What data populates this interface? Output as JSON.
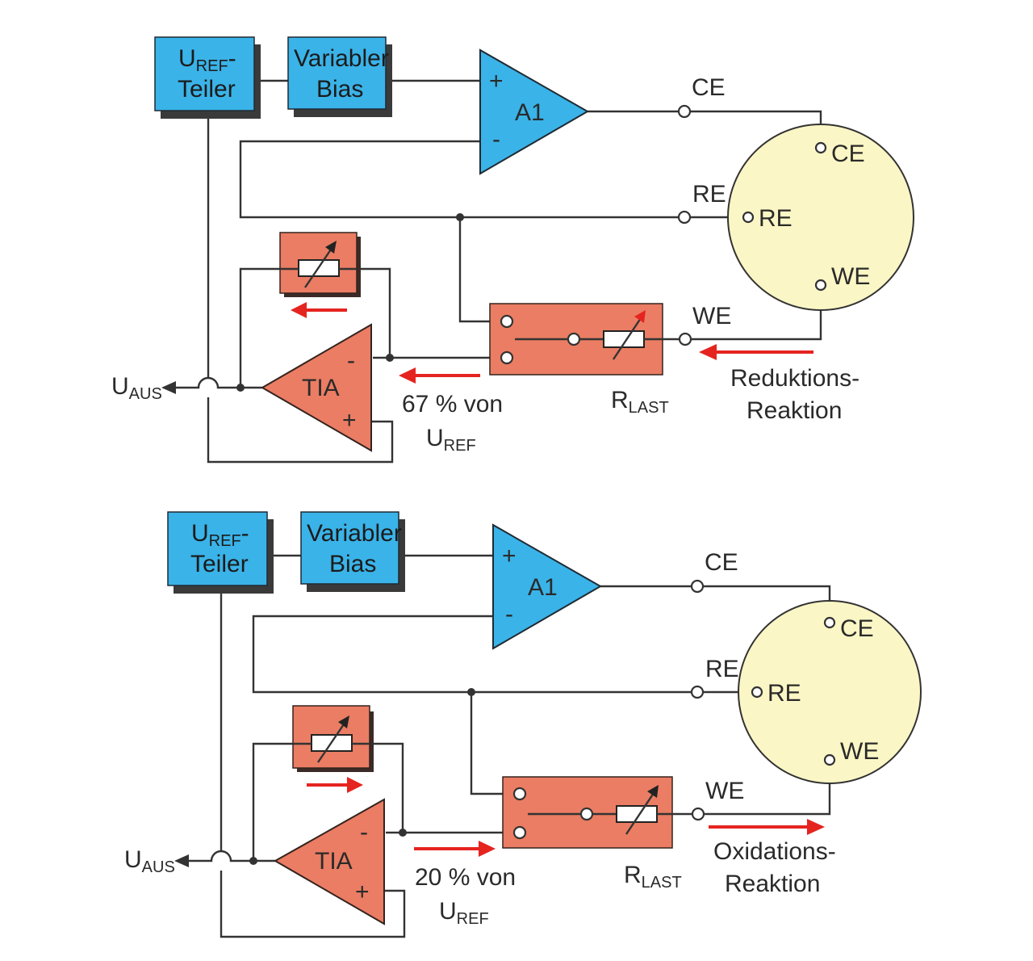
{
  "blocks": {
    "uref_main": "U",
    "uref_sub": "REF",
    "uref_dash": "-",
    "teiler": "Teiler",
    "variabler": "Variabler",
    "bias": "Bias"
  },
  "amps": {
    "a1": "A1",
    "tia": "TIA",
    "plus": "+",
    "minus": "-"
  },
  "terminals": {
    "ce": "CE",
    "re": "RE",
    "we": "WE"
  },
  "output": {
    "main": "U",
    "sub": "AUS"
  },
  "load": {
    "main": "R",
    "sub": "LAST"
  },
  "diagrams": [
    {
      "percent_text": "67 % von",
      "percent_uref_main": "U",
      "percent_uref_sub": "REF",
      "reaction_line1": "Reduktions-",
      "reaction_line2": "Reaktion",
      "current_direction": "left"
    },
    {
      "percent_text": "20 % von",
      "percent_uref_main": "U",
      "percent_uref_sub": "REF",
      "reaction_line1": "Oxidations-",
      "reaction_line2": "Reaktion",
      "current_direction": "right"
    }
  ],
  "colors": {
    "blue_block": "#3ab3e8",
    "red_block": "#ea7d63",
    "cell": "#fbf6c5",
    "arrow": "#e52420"
  }
}
